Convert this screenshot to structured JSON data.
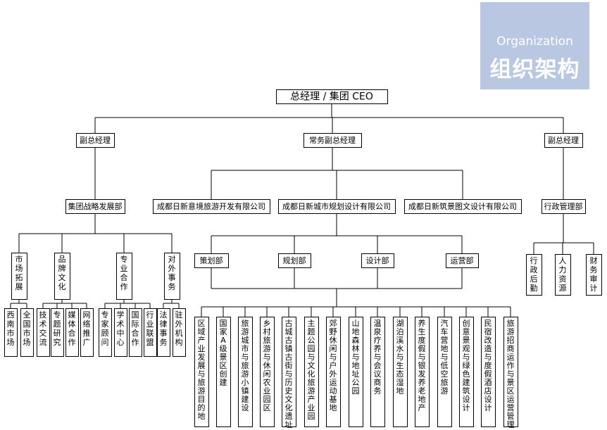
{
  "badge": {
    "en": "Organization",
    "cn": "组织架构"
  },
  "ceo": "总经理 / 集团 CEO",
  "vps": [
    "副总经理",
    "常务副总经理",
    "副总经理"
  ],
  "strategy": "集团战略发展部",
  "companies": [
    "成都日新意境旅游开发有限公司",
    "成都日新城市规划设计有限公司",
    "成都日新筑景图文设计有限公司"
  ],
  "admin": "行政管理部",
  "strategy_groups": [
    {
      "name": "市场拓展",
      "items": [
        "西南市场",
        "全国市场"
      ]
    },
    {
      "name": "品牌文化",
      "items": [
        "技术交流",
        "专题研究",
        "媒体合作",
        "网络推广"
      ]
    },
    {
      "name": "专业合作",
      "items": [
        "专家顾问",
        "学术中心",
        "国际合作",
        "行业联盟"
      ]
    },
    {
      "name": "对外事务",
      "items": [
        "法律事务",
        "驻外机构"
      ]
    }
  ],
  "departments": [
    "策划部",
    "规划部",
    "设计部",
    "运营部"
  ],
  "business": [
    "区域产业发展与旅游目的地",
    "国家A级景区创建",
    "旅游城市与旅游小镇建设",
    "乡村旅游与休闲农业园区",
    "古城古镇古街与历史文化遗址",
    "主题公园与文化旅游产业园",
    "郊野休闲与户外运动基地",
    "山地森林与地址公园",
    "温泉疗养与会议商务",
    "湖泊溪水与生态湿地",
    "养生度假与银发养老地产",
    "汽车营地与低空旅游",
    "创意景观与绿色建筑设计",
    "民宿改造与度假酒店设计",
    "旅游招商运作与景区运营管理"
  ],
  "admin_items": [
    "行政后勤",
    "人力资源",
    "财务审计"
  ]
}
